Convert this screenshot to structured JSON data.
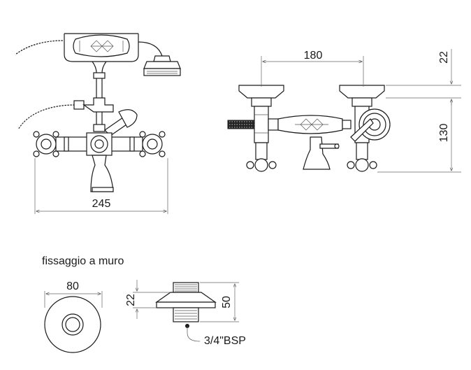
{
  "dimensions": {
    "front_width": "245",
    "side_spacing": "180",
    "side_top_offset": "22",
    "side_height": "130",
    "flange_diameter": "80",
    "flange_depth": "22",
    "flange_height": "50"
  },
  "labels": {
    "wall_mount_title": "fissaggio a muro",
    "thread_size": "3/4\"BSP"
  }
}
